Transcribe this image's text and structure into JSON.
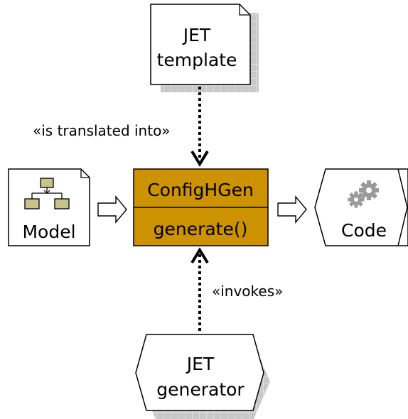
{
  "template_note": {
    "line1": "JET",
    "line2": "template",
    "icon": "page-note-folded-corner"
  },
  "edge_top_label": "«is translated into»",
  "edge_bottom_label": "«invokes»",
  "model": {
    "label": "Model",
    "icon": "hierarchy-diagram-icon"
  },
  "generator_class": {
    "name": "ConfigHGen",
    "operation": "generate()"
  },
  "code": {
    "label": "Code",
    "icon": "gears-icon"
  },
  "jet_generator": {
    "line1": "JET",
    "line2": "generator"
  },
  "colors": {
    "class_fill": "#cc9200",
    "class_stroke": "#000000",
    "shadow": "#c8c8c8",
    "shadow_grid": "#e2e2e2",
    "model_icon_fill": "#c5c58a",
    "gear": "#9a9a9a"
  }
}
